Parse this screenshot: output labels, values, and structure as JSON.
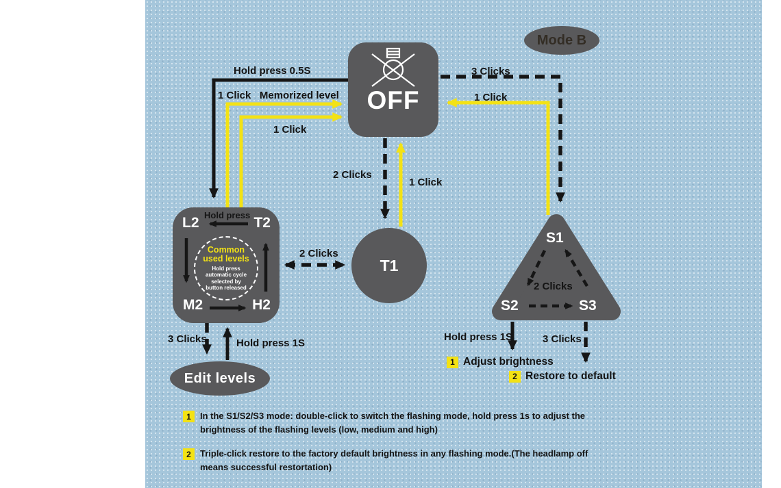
{
  "badge": {
    "mode": "Mode B"
  },
  "off": {
    "label": "OFF",
    "icon": "headlamp-off-crossed-icon"
  },
  "levels": {
    "l2": "L2",
    "t2": "T2",
    "m2": "M2",
    "h2": "H2",
    "hold_press": "Hold press",
    "circle_title": "Common\nused levels",
    "circle_sub": "Hold press\nautomatic cycle\nselected by\nbutton released"
  },
  "t1": {
    "label": "T1"
  },
  "flash": {
    "s1": "S1",
    "s2": "S2",
    "s3": "S3",
    "cycle_label": "2 Clicks"
  },
  "edit": {
    "label": "Edit levels"
  },
  "arrows": {
    "hold_05s": "Hold press 0.5S",
    "memorized": "1 Click   Memorized level",
    "one_click_left": "1 Click",
    "three_clicks_to_s1": "3 Clicks",
    "one_click_from_s1": "1 Click",
    "two_clicks_to_t1": "2 Clicks",
    "one_click_from_t1": "1 Click",
    "two_clicks_levels_t1": "2 Clicks",
    "three_clicks_to_edit": "3 Clicks",
    "hold_1s_from_edit": "Hold press 1S",
    "hold_1s_from_s2": "Hold press 1S",
    "three_clicks_from_s3": "3 Clicks"
  },
  "callouts": {
    "adjust": {
      "num": "1",
      "text": "Adjust brightness"
    },
    "restore": {
      "num": "2",
      "text": "Restore to default"
    }
  },
  "notes": [
    {
      "num": "1",
      "text": "In the S1/S2/S3 mode: double-click to switch the flashing mode, hold press 1s to adjust the\nbrightness of the flashing levels (low, medium and high)"
    },
    {
      "num": "2",
      "text": "Triple-click restore to the factory default brightness in any flashing mode.(The headlamp off\nmeans successful restortation)"
    }
  ],
  "colors": {
    "background_blue": "#a5c6db",
    "node_gray": "#59595b",
    "accent_yellow": "#f3e215",
    "text_black": "#141414",
    "text_white": "#ffffff"
  }
}
